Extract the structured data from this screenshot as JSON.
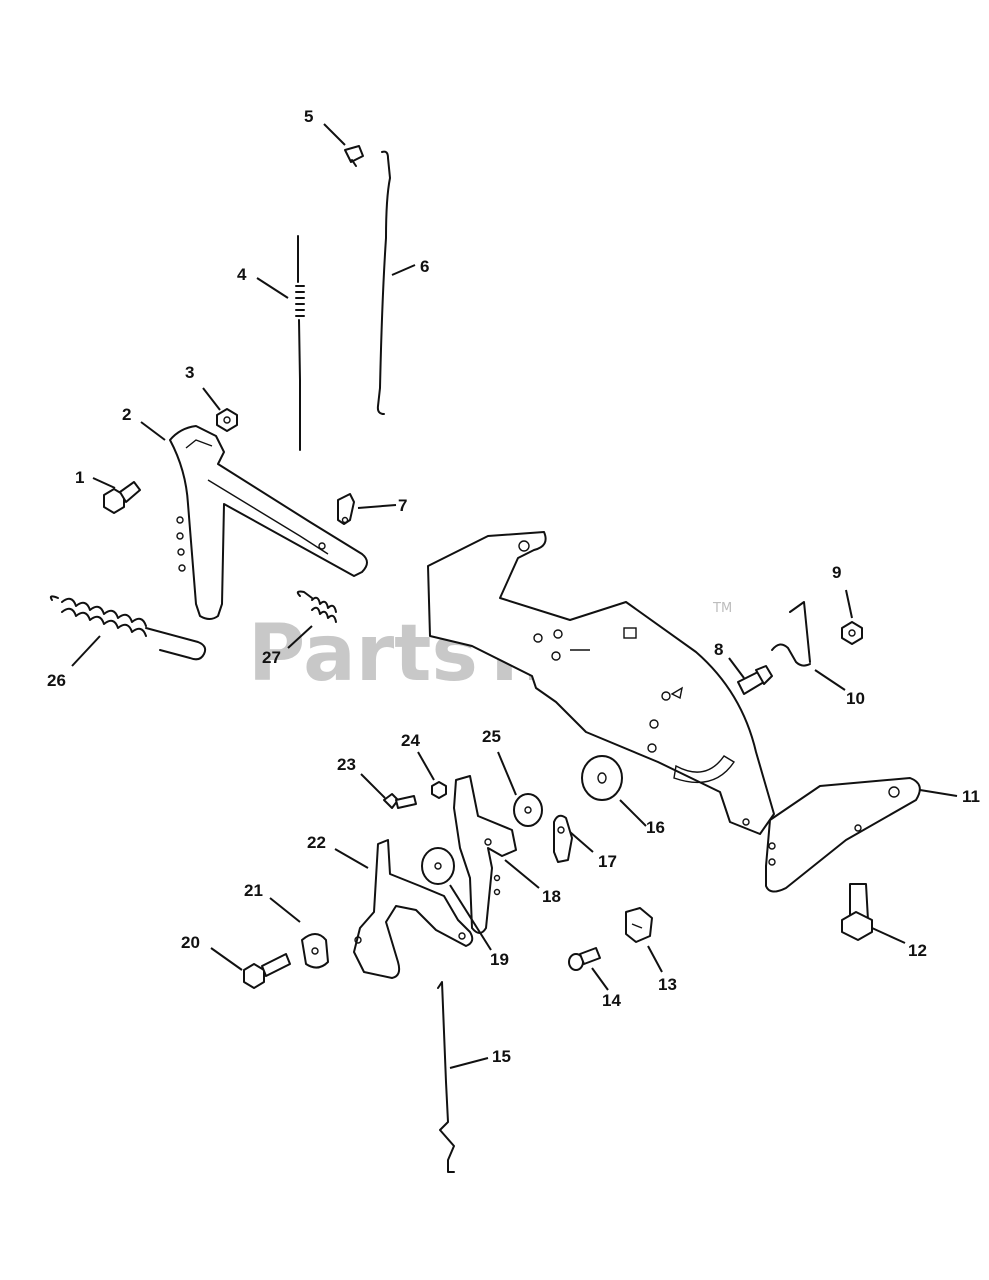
{
  "watermark": {
    "text": "PartsTree",
    "trademark": "TM"
  },
  "callouts": [
    {
      "id": "1",
      "label": "1"
    },
    {
      "id": "2",
      "label": "2"
    },
    {
      "id": "3",
      "label": "3"
    },
    {
      "id": "4",
      "label": "4"
    },
    {
      "id": "5",
      "label": "5"
    },
    {
      "id": "6",
      "label": "6"
    },
    {
      "id": "7",
      "label": "7"
    },
    {
      "id": "8",
      "label": "8"
    },
    {
      "id": "9",
      "label": "9"
    },
    {
      "id": "10",
      "label": "10"
    },
    {
      "id": "11",
      "label": "11"
    },
    {
      "id": "12",
      "label": "12"
    },
    {
      "id": "13",
      "label": "13"
    },
    {
      "id": "14",
      "label": "14"
    },
    {
      "id": "15",
      "label": "15"
    },
    {
      "id": "16",
      "label": "16"
    },
    {
      "id": "17",
      "label": "17"
    },
    {
      "id": "18",
      "label": "18"
    },
    {
      "id": "19",
      "label": "19"
    },
    {
      "id": "20",
      "label": "20"
    },
    {
      "id": "21",
      "label": "21"
    },
    {
      "id": "22",
      "label": "22"
    },
    {
      "id": "23",
      "label": "23"
    },
    {
      "id": "24",
      "label": "24"
    },
    {
      "id": "25",
      "label": "25"
    },
    {
      "id": "26",
      "label": "26"
    },
    {
      "id": "27",
      "label": "27"
    }
  ]
}
